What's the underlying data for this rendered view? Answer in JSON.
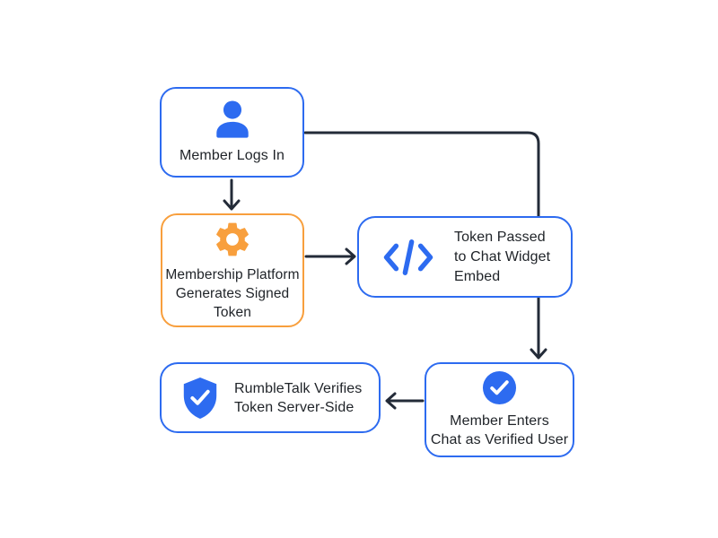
{
  "diagram": {
    "type": "flowchart",
    "background": "#ffffff",
    "colors": {
      "primary_blue": "#2D6BF0",
      "accent_orange": "#F89F3D",
      "connector_dark": "#232B38",
      "text_dark": "#1F2328",
      "node_fill": "#ffffff",
      "icon_check_white": "#ffffff"
    },
    "nodes": {
      "member_logs_in": {
        "icon": "person-icon",
        "border": "#2D6BF0",
        "lines": [
          "Member Logs In"
        ]
      },
      "membership_platform": {
        "icon": "gear-icon",
        "border": "#F89F3D",
        "lines": [
          "Membership Platform",
          "Generates Signed",
          "Token"
        ]
      },
      "token_passed": {
        "icon": "code-icon",
        "border": "#2D6BF0",
        "lines": [
          "Token Passed",
          "to Chat Widget",
          "Embed"
        ]
      },
      "member_enters": {
        "icon": "check-circle-icon",
        "border": "#2D6BF0",
        "lines": [
          "Member Enters",
          "Chat as Verified User"
        ]
      },
      "rumbletalk_verifies": {
        "icon": "shield-check-icon",
        "border": "#2D6BF0",
        "lines": [
          "RumbleTalk Verifies",
          "Token Server-Side"
        ]
      }
    },
    "edges": [
      {
        "from": "member_logs_in",
        "to": "membership_platform",
        "route": "down"
      },
      {
        "from": "member_logs_in",
        "to": "member_enters",
        "route": "right-then-down-behind-token-box"
      },
      {
        "from": "membership_platform",
        "to": "token_passed",
        "route": "right"
      },
      {
        "from": "member_enters",
        "to": "rumbletalk_verifies",
        "route": "left"
      }
    ]
  }
}
